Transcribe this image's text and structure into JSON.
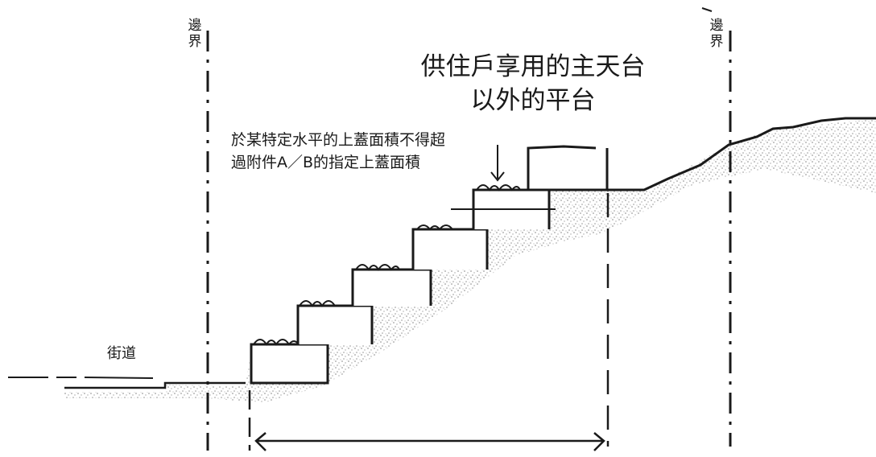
{
  "diagram": {
    "boundary_left": "邊界",
    "boundary_right": "邊界",
    "title": "供住戶享用的主天台以外的平台",
    "note": "於某特定水平的上蓋面積不得超過附件A／B的指定上蓋面積",
    "street": "街道"
  },
  "colors": {
    "ink": "#1a1a1a",
    "shade": "#8a8a8a",
    "background": "#ffffff"
  }
}
